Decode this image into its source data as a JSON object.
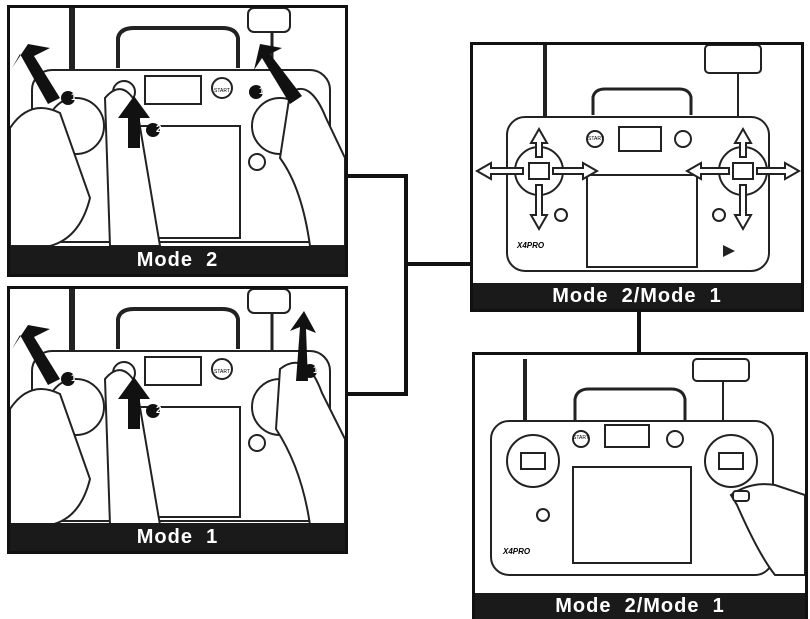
{
  "panels": {
    "p1": {
      "caption": "Mode  2",
      "start": "START",
      "marks": [
        "1",
        "2",
        "1"
      ]
    },
    "p2": {
      "caption": "Mode  1",
      "start": "START",
      "marks": [
        "1",
        "2",
        "1"
      ]
    },
    "p3": {
      "caption": "Mode  2/Mode  1",
      "start": "START",
      "logo": "X4PRO"
    },
    "p4": {
      "caption": "Mode  2/Mode  1",
      "start": "START",
      "logo": "X4PRO"
    }
  },
  "colors": {
    "line": "#111111",
    "caption_bg": "#1a1a1a",
    "caption_text": "#ffffff"
  }
}
